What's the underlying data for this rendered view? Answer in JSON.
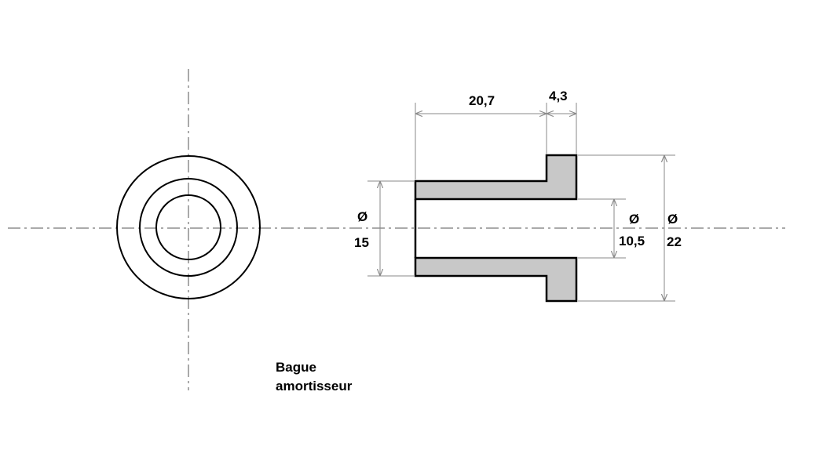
{
  "drawing": {
    "caption_line1": "Bague",
    "caption_line2": "amortisseur",
    "dimensions": {
      "body_length": "20,7",
      "flange_thickness": "4,3",
      "diameter_symbol": "Ø",
      "outer_diameter_body": "15",
      "bore_diameter": "10,5",
      "flange_diameter": "22"
    },
    "colors": {
      "section_fill": "#c8c8c8",
      "outline": "#000000",
      "dimension_line": "#8a8a8a"
    }
  }
}
